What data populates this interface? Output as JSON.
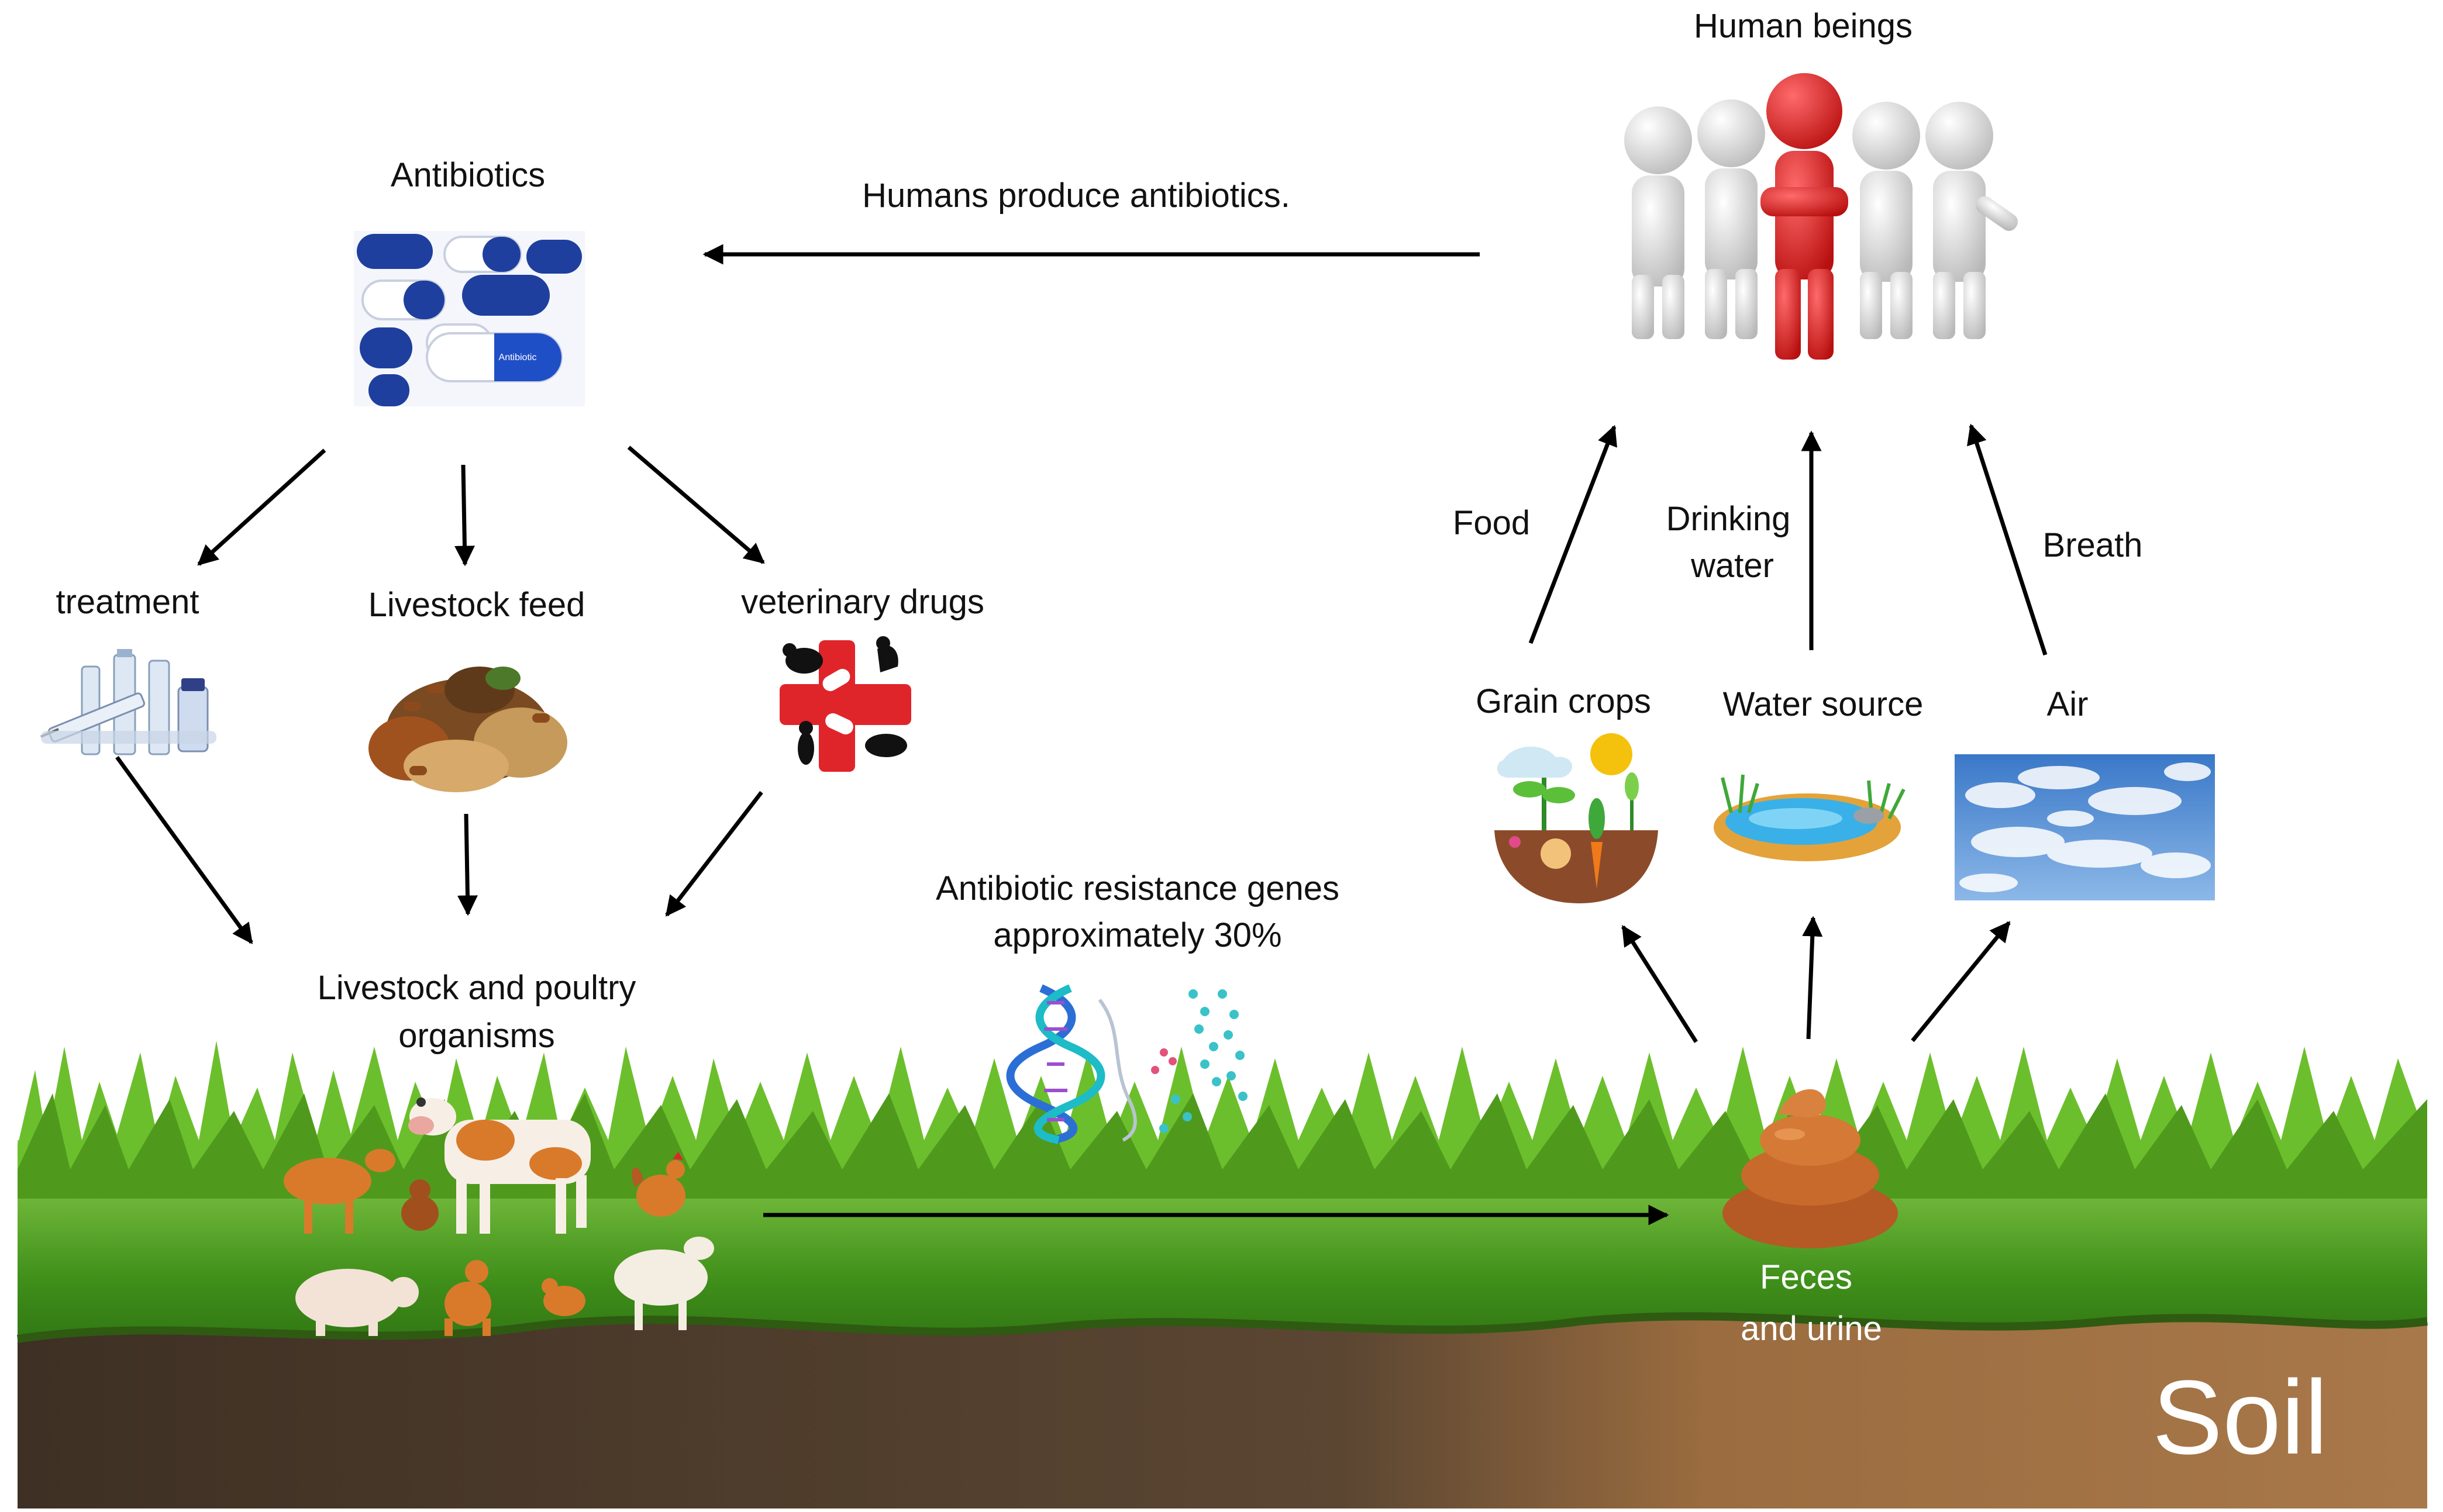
{
  "labels": {
    "human_beings": "Human beings",
    "antibiotics": "Antibiotics",
    "humans_produce": "Humans produce antibiotics.",
    "treatment": "treatment",
    "livestock_feed": "Livestock feed",
    "veterinary_drugs": "veterinary drugs",
    "livestock_organisms_line1": "Livestock and poultry",
    "livestock_organisms_line2": "organisms",
    "args_line1": "Antibiotic resistance genes",
    "args_line2": "approximately 30%",
    "food": "Food",
    "drinking_line1": "Drinking",
    "drinking_line2": "water",
    "breath": "Breath",
    "grain_crops": "Grain crops",
    "water_source": "Water source",
    "air": "Air",
    "feces_line1": "Feces",
    "feces_line2": "and urine",
    "soil": "Soil"
  },
  "pill_label": "Antibiotic",
  "icons": [
    "people-icon",
    "pills-icon",
    "vials-syringe-icon",
    "feed-pellets-icon",
    "veterinary-cross-icon",
    "dna-helix-icon",
    "crops-icon",
    "pond-icon",
    "sky-icon",
    "feces-icon",
    "cow-icon",
    "goat-icon",
    "rooster-icon",
    "pig-icon",
    "sheep-icon",
    "cat-icon",
    "chicken-icon"
  ],
  "colors": {
    "grass": "#4f9a1c",
    "soil": "#5b4632",
    "soil_light": "#9a6c3f",
    "person_red": "#d81f1f",
    "pill_blue": "#1f3f9e",
    "cross_red": "#e0252a",
    "feces": "#c86a2c",
    "sky": "#6f9fd8"
  }
}
